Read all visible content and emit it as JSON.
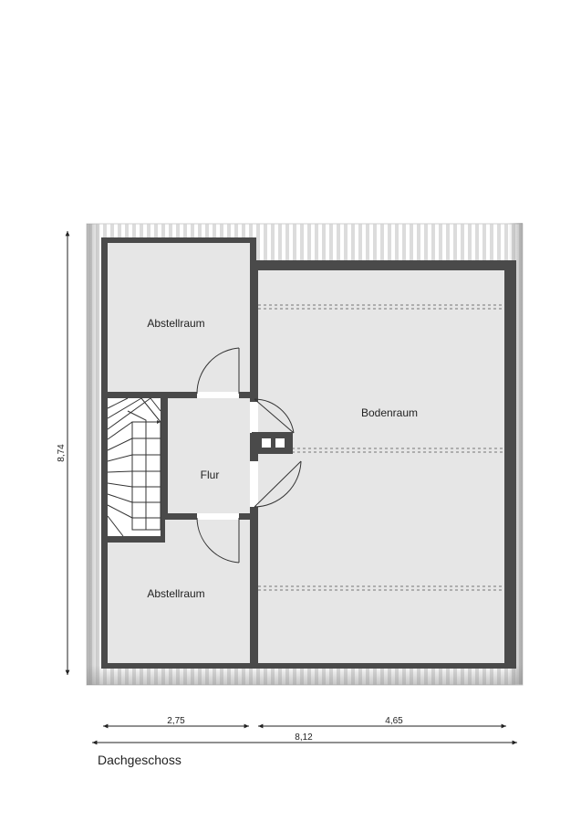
{
  "floor": {
    "title": "Dachgeschoss"
  },
  "rooms": {
    "storage_top": "Abstellraum",
    "storage_bottom": "Abstellraum",
    "hall": "Flur",
    "attic": "Bodenraum"
  },
  "dimensions": {
    "height_total": "8,74",
    "width_left": "2,75",
    "width_right": "4,65",
    "width_total": "8,12"
  },
  "colors": {
    "wall": "#4a4a4a",
    "floor": "#e6e6e6",
    "rafter": "#d8d8d8",
    "line": "#222222"
  }
}
